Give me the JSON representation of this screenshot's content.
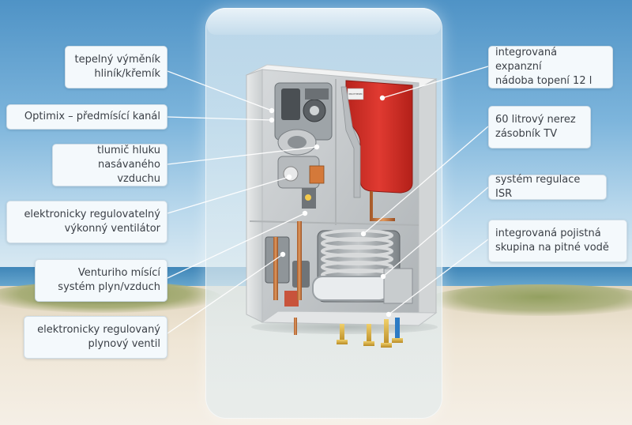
{
  "labels": {
    "left": [
      {
        "id": "heat-exchanger",
        "text": "tepelný výměník\nhliník/křemík"
      },
      {
        "id": "optimix",
        "text": "Optimix – předmísící kanál"
      },
      {
        "id": "silencer",
        "text": "tlumič hluku\nnasávaného vzduchu"
      },
      {
        "id": "fan",
        "text": "elektronicky regulovatelný\nvýkonný ventilátor"
      },
      {
        "id": "venturi",
        "text": "Venturiho mísící\nsystém plyn/vzduch"
      },
      {
        "id": "gas-valve",
        "text": "elektronicky regulovaný\nplynový ventil"
      }
    ],
    "right": [
      {
        "id": "expansion-vessel",
        "text": "integrovaná expanzní\nnádoba topení 12 l"
      },
      {
        "id": "storage-tank",
        "text": "60 litrový nerez\nzásobník TV"
      },
      {
        "id": "isr",
        "text": "systém regulace ISR"
      },
      {
        "id": "safety-group",
        "text": "integrovaná pojistná\nskupina na pitné vodě"
      }
    ]
  },
  "product_badge": "PROTHERM",
  "colors": {
    "vessel_red": "#d8332b",
    "callout_bg": "#f4f9fc",
    "leader_line": "#ffffff",
    "dot": "#ffffff"
  }
}
